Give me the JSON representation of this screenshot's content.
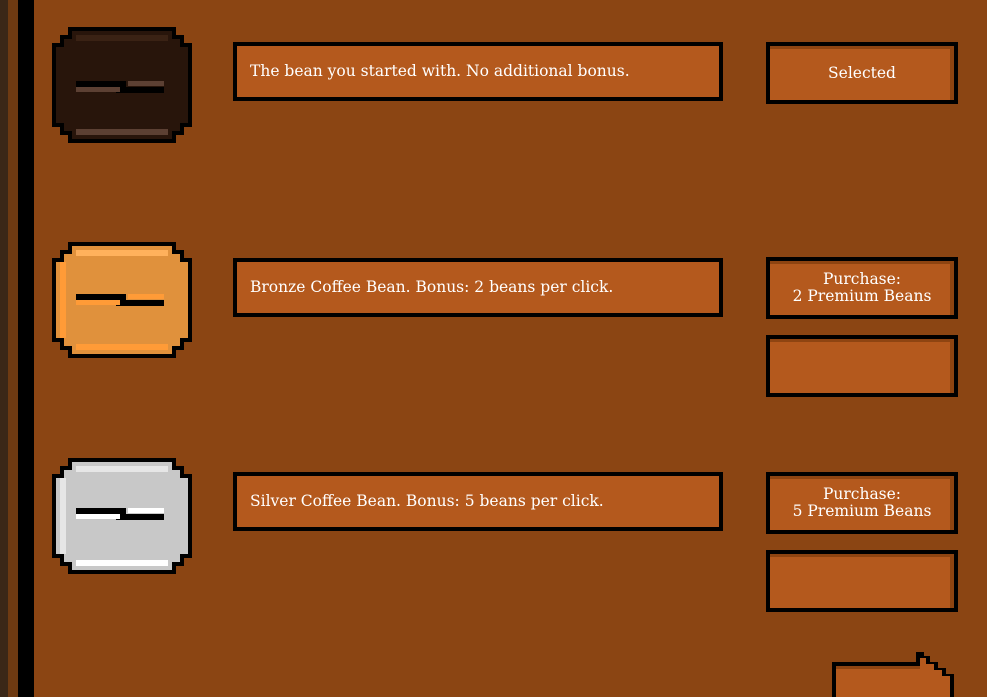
{
  "beans": [
    {
      "id": "default",
      "description": "The bean you started with. No additional bonus.",
      "button_lines": [
        "Selected"
      ],
      "colors": {
        "outline": "#000000",
        "fill": "#28150b",
        "highlight": "#3a2214",
        "stripe": "#5c4033"
      }
    },
    {
      "id": "bronze",
      "description": "Bronze Coffee Bean. Bonus: 2 beans per click.",
      "button_lines": [
        "Purchase:",
        "2 Premium Beans"
      ],
      "colors": {
        "outline": "#000000",
        "fill": "#e0913c",
        "highlight": "#ffb15c",
        "stripe": "#ff9b37"
      }
    },
    {
      "id": "silver",
      "description": "Silver Coffee Bean. Bonus: 5 beans per click.",
      "button_lines": [
        "Purchase:",
        "5 Premium Beans"
      ],
      "colors": {
        "outline": "#000000",
        "fill": "#c8c8c8",
        "highlight": "#e6e6e6",
        "stripe": "#ffffff"
      }
    }
  ],
  "extra_buttons": [
    "",
    ""
  ],
  "colors": {
    "background": "#8b4513",
    "panel": "#b4591d",
    "border": "#000000",
    "text": "#ffffff"
  },
  "icons": {
    "next": "right-arrow-icon"
  }
}
